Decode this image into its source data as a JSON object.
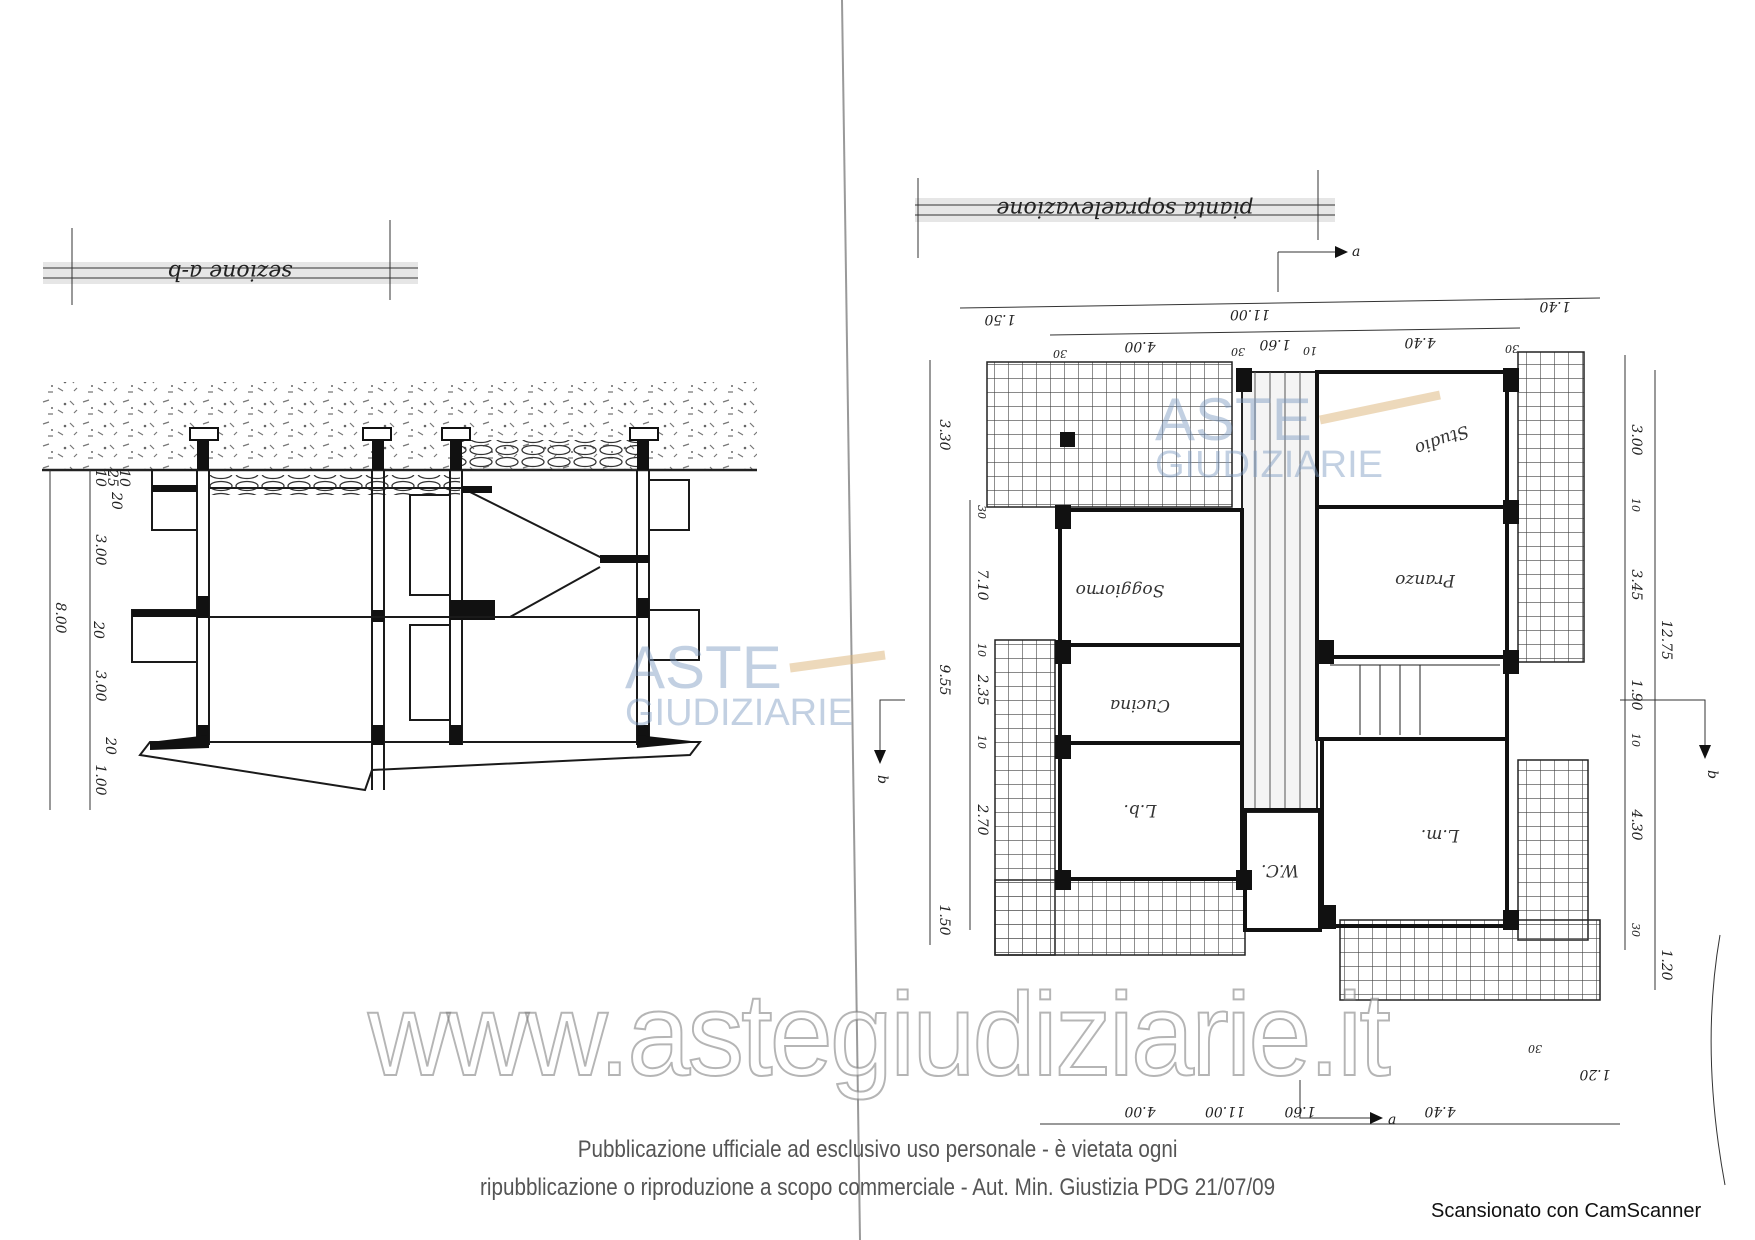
{
  "section": {
    "title": "sezione a-b",
    "dimensions": {
      "total_height": "8.00",
      "floor1": "3.00",
      "floor2": "3.00",
      "slab_top": "20",
      "slab_mid": "20",
      "slab_bottom": "20",
      "roof_a": "10",
      "roof_b": "25",
      "roof_c": "10",
      "foundation": "1.00"
    }
  },
  "plan": {
    "title": "pianta sopraelevazione",
    "section_marks": {
      "a": "a",
      "b": "b"
    },
    "rooms": {
      "studio": "Studio",
      "soggiorno": "Soggiorno",
      "pranzo": "Pranzo",
      "cucina": "Cucina",
      "lb": "L.b.",
      "lm": "L.m.",
      "wc": "W.C."
    },
    "dimensions": {
      "top_total": "11.00",
      "top_left": "1.50",
      "top_right": "1.40",
      "top_a": "4.00",
      "top_b": "1.60",
      "top_c": "4.40",
      "wall_30a": "30",
      "wall_30b": "30",
      "wall_30c": "30",
      "wall_10": "10",
      "left_a": "3.30",
      "left_b": "7.10",
      "left_c": "2.35",
      "left_d": "2.70",
      "left_e": "1.50",
      "left_total": "9.55",
      "left_30": "30",
      "left_10a": "10",
      "left_10b": "10",
      "right_a": "3.00",
      "right_b": "3.45",
      "right_c": "1.90",
      "right_d": "4.30",
      "right_e": "1.20",
      "right_total": "12.75",
      "right_10a": "10",
      "right_10b": "10",
      "right_30": "30",
      "bottom_total": "11.00",
      "bottom_a": "4.00",
      "bottom_b": "1.60",
      "bottom_c": "4.40",
      "bottom_right": "1.20",
      "bottom_30": "30"
    }
  },
  "watermark": {
    "logo_line1": "ASTE",
    "logo_line2": "GIUDIZIARIE",
    "url": "www.astegiudiziarie.it"
  },
  "footer": {
    "line1": "Pubblicazione ufficiale ad esclusivo uso personale - è vietata ogni",
    "line2": "ripubblicazione o riproduzione a scopo commerciale - Aut. Min. Giustizia PDG 21/07/09"
  },
  "scanner": "Scansionato con CamScanner"
}
